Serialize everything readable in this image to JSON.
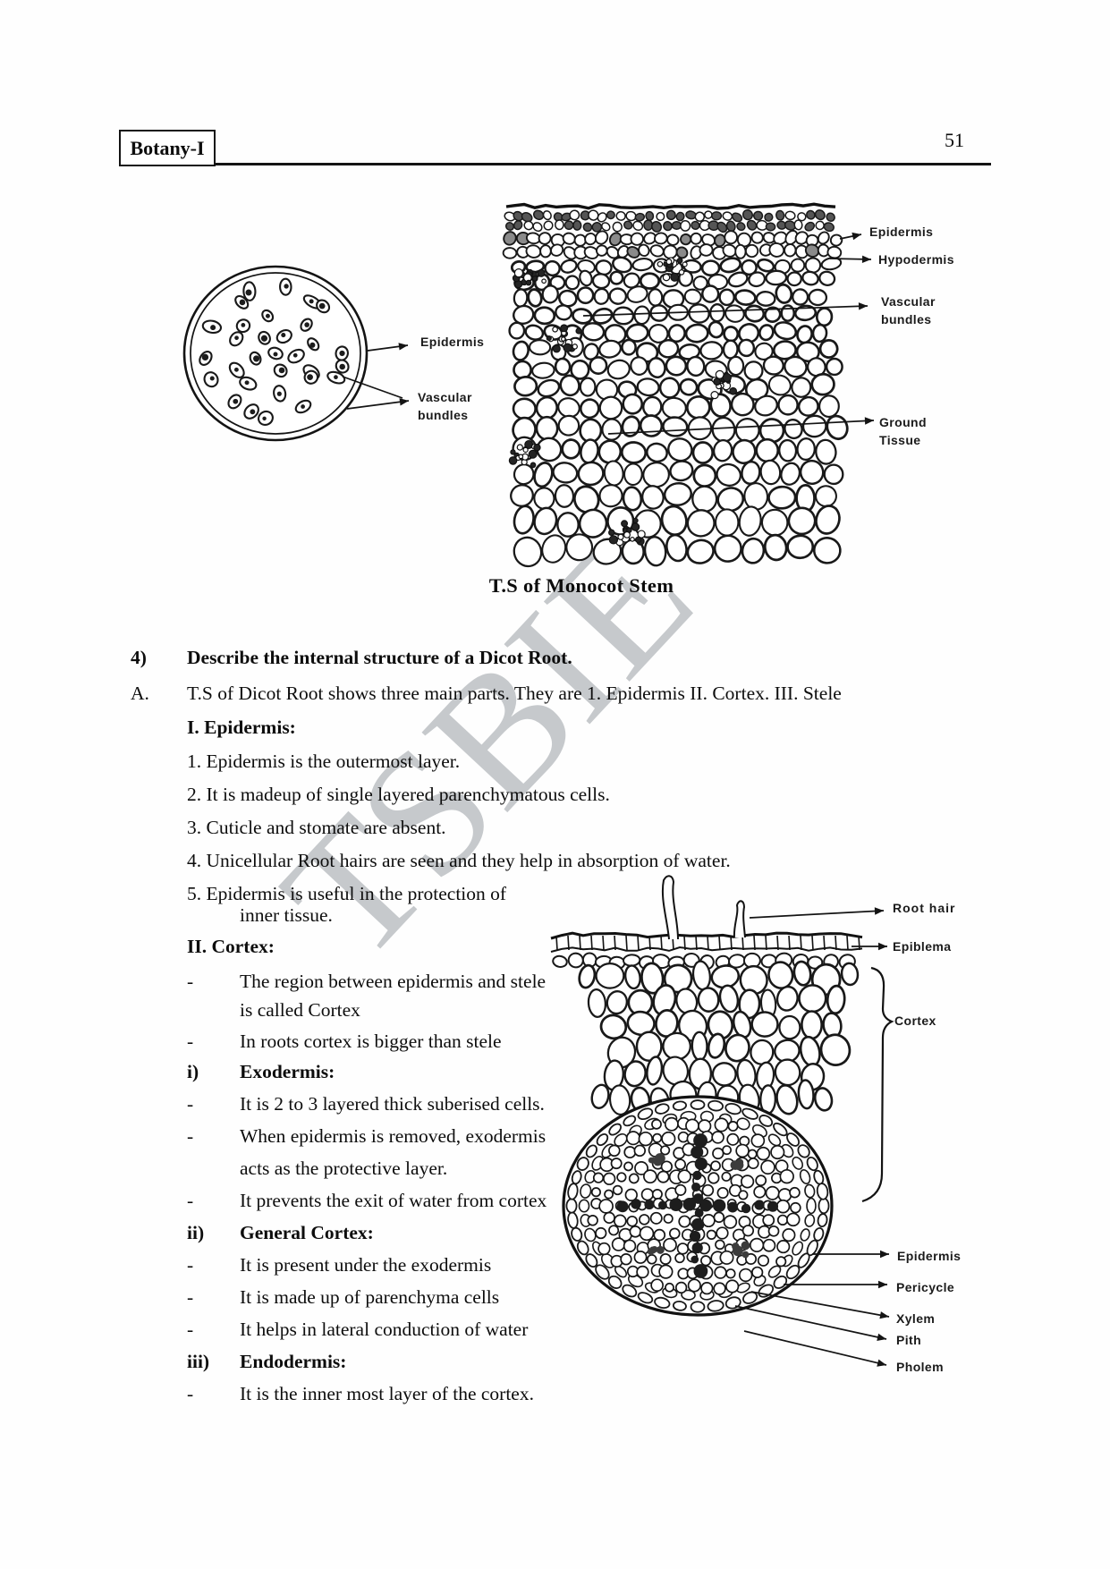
{
  "header": {
    "course": "Botany-I",
    "page_number": "51"
  },
  "watermark": {
    "text": "TSBIE"
  },
  "figure_monocot": {
    "caption": "T.S of Monocot Stem",
    "labels": {
      "left_epidermis": "Epidermis",
      "left_vascular_1": "Vascular",
      "left_vascular_2": "bundles",
      "right_epidermis": "Epidermis",
      "right_hypodermis": "Hypodermis",
      "right_vascular_1": "Vascular",
      "right_vascular_2": "bundles",
      "right_ground_1": "Ground",
      "right_ground_2": "Tissue"
    }
  },
  "figure_dicot_root": {
    "labels": {
      "root_hair": "Root hair",
      "epiblema": "Epiblema",
      "cortex": "Cortex",
      "epidermis": "Epidermis",
      "pericycle": "Pericycle",
      "xylem": "Xylem",
      "pith": "Pith",
      "pholem": "Pholem"
    }
  },
  "qa": {
    "lines": [
      {
        "marker": "4)",
        "text": "Describe the internal structure of a Dicot Root."
      },
      {
        "marker": "A.",
        "text": "T.S of Dicot Root shows three main parts. They are 1. Epidermis II. Cortex. III. Stele"
      },
      {
        "text": "I. Epidermis:"
      },
      {
        "text": "1. Epidermis is the outermost layer."
      },
      {
        "text": "2. It is madeup of single layered parenchymatous cells."
      },
      {
        "text": "3. Cuticle and stomate are absent."
      },
      {
        "text": "4. Unicellular Root hairs are seen and they help in absorption of water."
      },
      {
        "text": "5. Epidermis is useful in the protection of"
      },
      {
        "text": "inner tissue."
      },
      {
        "text": "II. Cortex:"
      },
      {
        "marker": "-",
        "text": "The region between epidermis and stele"
      },
      {
        "text": "is called Cortex"
      },
      {
        "marker": "-",
        "text": "In roots cortex is bigger than stele"
      },
      {
        "marker": "i)",
        "text": "Exodermis:"
      },
      {
        "marker": "-",
        "text": "It is 2 to 3 layered thick suberised cells."
      },
      {
        "marker": "-",
        "text": "When epidermis is removed, exodermis"
      },
      {
        "text": "acts as the protective layer."
      },
      {
        "marker": "-",
        "text": "It prevents the exit of water from cortex"
      },
      {
        "marker": "ii)",
        "text": "General Cortex:"
      },
      {
        "marker": "-",
        "text": "It is present under the exodermis"
      },
      {
        "marker": "-",
        "text": "It is made up of parenchyma cells"
      },
      {
        "marker": "-",
        "text": "It helps in lateral conduction of water"
      },
      {
        "marker": "iii)",
        "text": "Endodermis:"
      },
      {
        "marker": "-",
        "text": "It is the inner most layer of the cortex."
      }
    ]
  }
}
